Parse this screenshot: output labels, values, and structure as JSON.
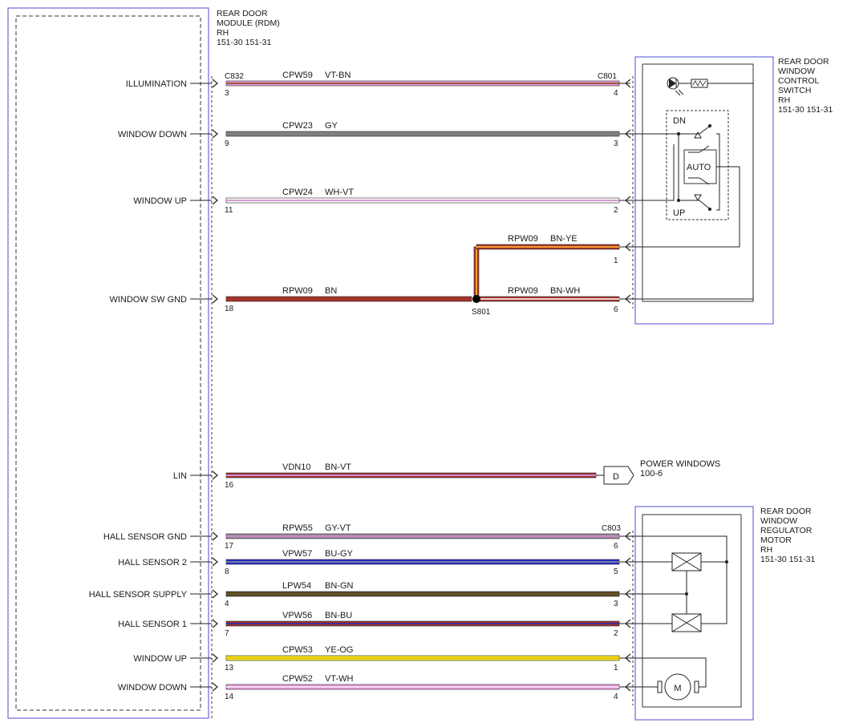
{
  "rdm": {
    "lines": [
      "REAR DOOR",
      "MODULE (RDM)",
      "RH",
      "151-30  151-31"
    ]
  },
  "switch_module": {
    "lines": [
      "REAR DOOR",
      "WINDOW",
      "CONTROL",
      "SWITCH",
      "RH",
      "151-30  151-31"
    ],
    "dn_label": "DN",
    "up_label": "UP",
    "auto_label": "AUTO"
  },
  "motor_module": {
    "lines": [
      "REAR DOOR",
      "WINDOW",
      "REGULATOR",
      "MOTOR",
      "RH",
      "151-30  151-31"
    ],
    "motor_label": "M"
  },
  "connectors": {
    "c832": "C832",
    "c801": "C801",
    "c803": "C803",
    "splice": "S801"
  },
  "offpage": {
    "letter": "D",
    "label": "POWER WINDOWS",
    "ref": "100-6"
  },
  "wires": [
    {
      "signal": "ILLUMINATION",
      "circuit": "CPW59",
      "color": "VT-BN",
      "left_pin": "3",
      "right_pin": "4",
      "c1": "#e79be0",
      "c2": "#9b5a3c"
    },
    {
      "signal": "WINDOW DOWN",
      "circuit": "CPW23",
      "color": "GY",
      "left_pin": "9",
      "right_pin": "3",
      "c1": "#808080",
      "c2": "#808080"
    },
    {
      "signal": "WINDOW UP",
      "circuit": "CPW24",
      "color": "WH-VT",
      "left_pin": "11",
      "right_pin": "2",
      "c1": "#ffffff",
      "c2": "#d39ad3"
    },
    {
      "signal": "WINDOW SW GND",
      "circuit": "RPW09",
      "color": "BN",
      "left_pin": "18",
      "right_pin": "",
      "c1": "#a3332b",
      "c2": "#a3332b"
    },
    {
      "signal": "LIN",
      "circuit": "VDN10",
      "color": "BN-VT",
      "left_pin": "16",
      "right_pin": "",
      "c1": "#a3332b",
      "c2": "#d38ad3"
    },
    {
      "signal": "HALL SENSOR GND",
      "circuit": "RPW55",
      "color": "GY-VT",
      "left_pin": "17",
      "right_pin": "6",
      "c1": "#9a8a98",
      "c2": "#c98ac8"
    },
    {
      "signal": "HALL SENSOR 2",
      "circuit": "VPW57",
      "color": "BU-GY",
      "left_pin": "8",
      "right_pin": "5",
      "c1": "#1e2bd8",
      "c2": "#7a7a9a"
    },
    {
      "signal": "HALL SENSOR SUPPLY",
      "circuit": "LPW54",
      "color": "BN-GN",
      "left_pin": "4",
      "right_pin": "3",
      "c1": "#6b4323",
      "c2": "#4f5a2a"
    },
    {
      "signal": "HALL SENSOR 1",
      "circuit": "VPW56",
      "color": "BN-BU",
      "left_pin": "7",
      "right_pin": "2",
      "c1": "#a3332b",
      "c2": "#3a2f9a"
    },
    {
      "signal": "WINDOW UP",
      "circuit": "CPW53",
      "color": "YE-OG",
      "left_pin": "13",
      "right_pin": "1",
      "c1": "#f2ea1a",
      "c2": "#f0c020"
    },
    {
      "signal": "WINDOW DOWN",
      "circuit": "CPW52",
      "color": "VT-WH",
      "left_pin": "14",
      "right_pin": "4",
      "c1": "#e79be0",
      "c2": "#f6d6f2"
    }
  ],
  "branches": [
    {
      "circuit": "RPW09",
      "color": "BN-YE",
      "pin": "1",
      "c1": "#a3332b",
      "c2": "#f0a030"
    },
    {
      "circuit": "RPW09",
      "color": "BN-WH",
      "pin": "6",
      "c1": "#a3332b",
      "c2": "#f3d0cc"
    }
  ]
}
